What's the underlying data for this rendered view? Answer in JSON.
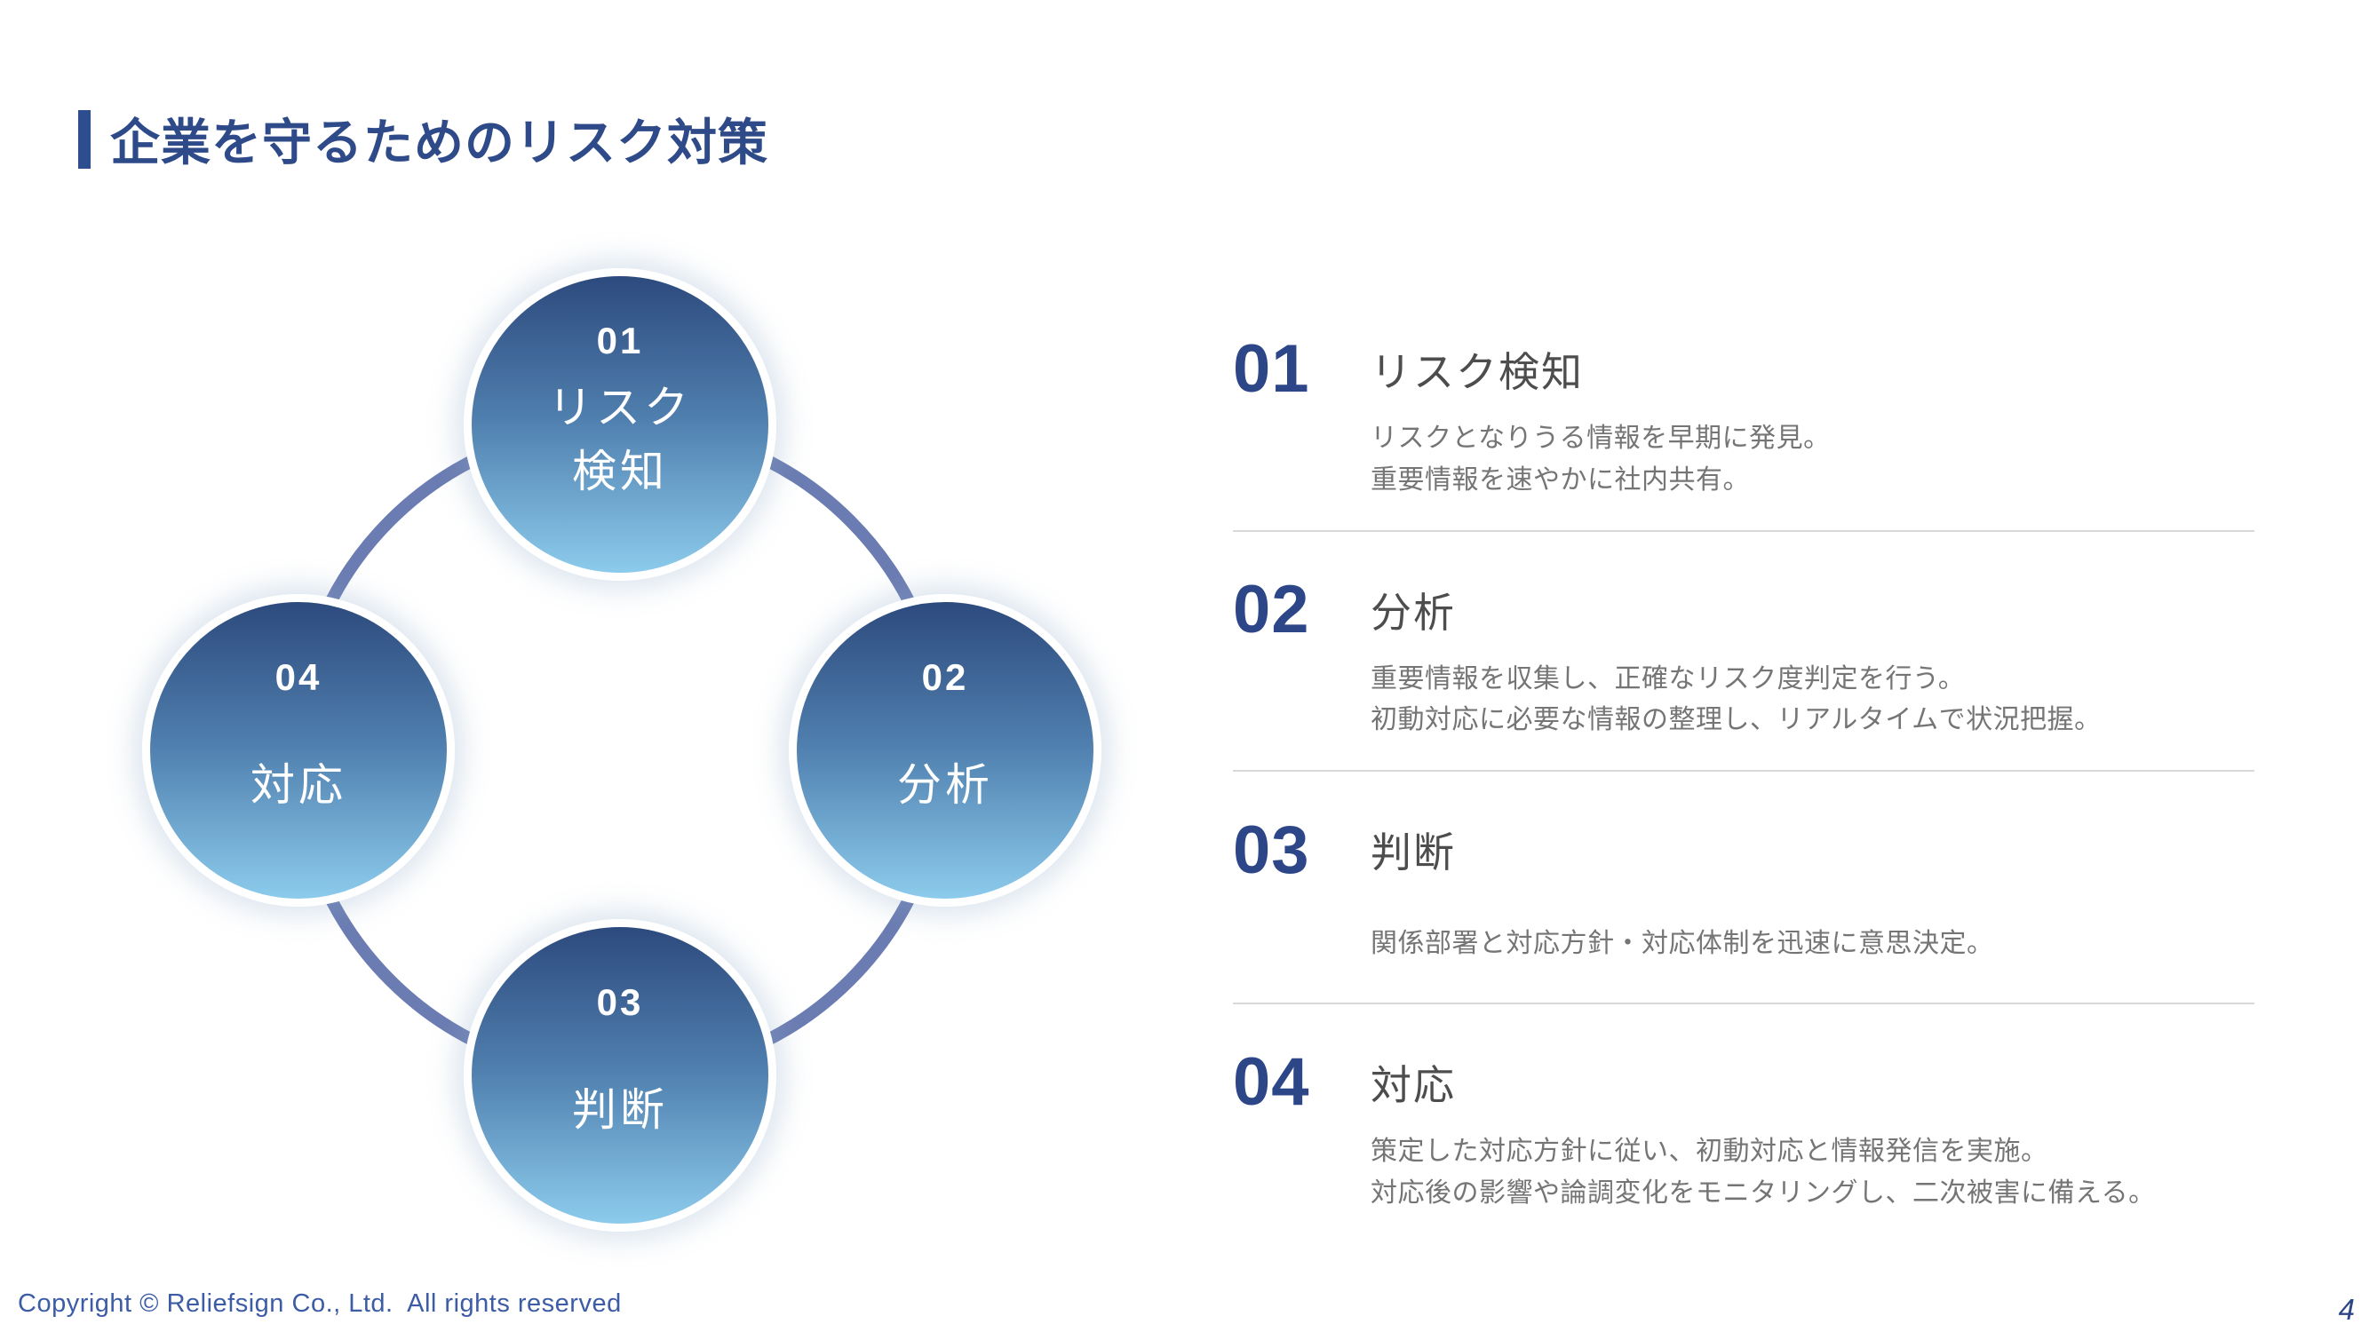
{
  "slide": {
    "title": "企業を守るためのリスク対策",
    "footer_copyright": "Copyright © Reliefsign Co., Ltd.  All rights reserved",
    "page_number": "4"
  },
  "colors": {
    "accent_blue": "#2e4a89",
    "list_number_blue": "#2c4687",
    "circle_gradient_top": "#2d4a7d",
    "circle_gradient_bottom": "#8ccbec",
    "ring_stroke": "#6b7cb2",
    "heading_gray": "#4d4d4d",
    "description_gray": "#757575",
    "divider_gray": "#d9d9d9"
  },
  "cycle": {
    "nodes": [
      {
        "num": "01",
        "label_line1": "リスク",
        "label_line2": "検知"
      },
      {
        "num": "02",
        "label_line1": "分析"
      },
      {
        "num": "03",
        "label_line1": "判断"
      },
      {
        "num": "04",
        "label_line1": "対応"
      }
    ]
  },
  "steps": [
    {
      "num": "01",
      "title": "リスク検知",
      "desc_line1": "リスクとなりうる情報を早期に発見。",
      "desc_line2": "重要情報を速やかに社内共有。"
    },
    {
      "num": "02",
      "title": "分析",
      "desc_line1": "重要情報を収集し、正確なリスク度判定を行う。",
      "desc_line2": "初動対応に必要な情報の整理し、リアルタイムで状況把握。"
    },
    {
      "num": "03",
      "title": "判断",
      "desc_line1": "関係部署と対応方針・対応体制を迅速に意思決定。"
    },
    {
      "num": "04",
      "title": "対応",
      "desc_line1": "策定した対応方針に従い、初動対応と情報発信を実施。",
      "desc_line2": "対応後の影響や論調変化をモニタリングし、二次被害に備える。"
    }
  ]
}
